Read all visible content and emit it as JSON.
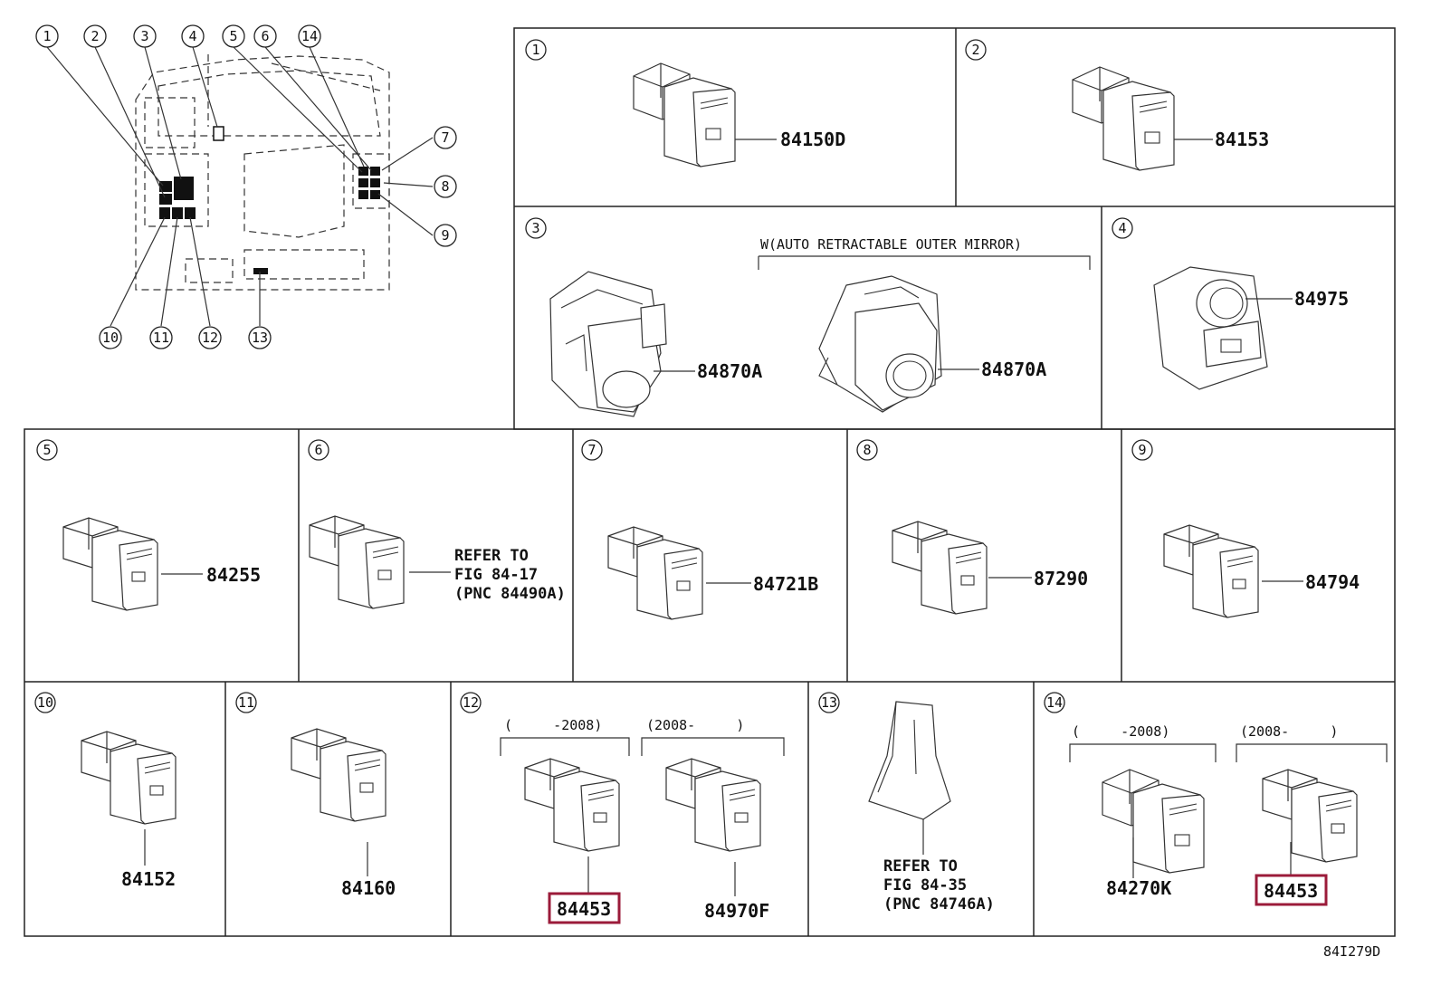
{
  "diagram_id": "84I279D",
  "accent_color": "#9b1b3a",
  "overview": {
    "callouts": [
      "1",
      "2",
      "3",
      "4",
      "5",
      "6",
      "14",
      "7",
      "8",
      "9",
      "10",
      "11",
      "12",
      "13"
    ]
  },
  "cells": [
    {
      "num": "1",
      "parts": [
        "84150D"
      ]
    },
    {
      "num": "2",
      "parts": [
        "84153"
      ]
    },
    {
      "num": "3",
      "note": "W(AUTO RETRACTABLE OUTER MIRROR)",
      "parts": [
        "84870A",
        "84870A"
      ]
    },
    {
      "num": "4",
      "parts": [
        "84975"
      ]
    },
    {
      "num": "5",
      "parts": [
        "84255"
      ]
    },
    {
      "num": "6",
      "refer": [
        "REFER TO",
        "FIG 84-17",
        "(PNC 84490A)"
      ]
    },
    {
      "num": "7",
      "parts": [
        "84721B"
      ]
    },
    {
      "num": "8",
      "parts": [
        "87290"
      ]
    },
    {
      "num": "9",
      "parts": [
        "84794"
      ]
    },
    {
      "num": "10",
      "parts": [
        "84152"
      ]
    },
    {
      "num": "11",
      "parts": [
        "84160"
      ]
    },
    {
      "num": "12",
      "ranges": [
        "(     -2008)",
        "(2008-     )"
      ],
      "parts": [
        "84453",
        "84970F"
      ],
      "highlight": "84453"
    },
    {
      "num": "13",
      "refer": [
        "REFER TO",
        "FIG 84-35",
        "(PNC 84746A)"
      ]
    },
    {
      "num": "14",
      "ranges": [
        "(     -2008)",
        "(2008-     )"
      ],
      "parts": [
        "84270K",
        "84453"
      ],
      "highlight": "84453"
    }
  ]
}
